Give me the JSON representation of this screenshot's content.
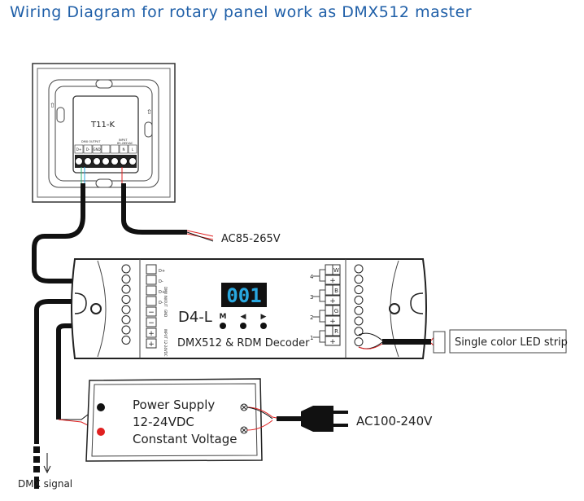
{
  "title": "Wiring Diagram for rotary panel work as DMX512 master",
  "panel": {
    "model": "T11-K",
    "dmx_output_label": "DMX OUTPUT",
    "input_label": "INPUT",
    "input_range": "85-265VAC",
    "terminals": [
      "D+",
      "D-",
      "GND",
      "",
      "",
      "N",
      "L"
    ]
  },
  "ac_input_label": "AC85-265V",
  "decoder": {
    "model": "D4-L",
    "subtitle": "DMX512 & RDM Decoder",
    "display_value": "001",
    "buttons": [
      "M",
      "◀",
      "▶"
    ],
    "left_terminals": [
      "D+",
      "D-",
      "D+",
      "D-",
      "−",
      "−",
      "+",
      "+"
    ],
    "dmx_inout_label": "DMX IN/OUT",
    "gnd_label": "GND",
    "input_label": "INPUT 12-24VDC",
    "channels": [
      {
        "num": "4",
        "color": "W"
      },
      {
        "num": "3",
        "color": "B"
      },
      {
        "num": "2",
        "color": "G"
      },
      {
        "num": "1",
        "color": "R"
      }
    ],
    "plus": "+"
  },
  "led_strip_label": "Single color LED strip",
  "power_supply": {
    "line1": "Power Supply",
    "line2": "12-24VDC",
    "line3": "Constant Voltage"
  },
  "ac_plug_label": "AC100-240V",
  "dmx_signal_label": "DMX signal",
  "colors": {
    "title": "#1f5fa8",
    "display_digits": "#29a8e0",
    "wire_red": "#e02020",
    "wire_green": "#2bb673",
    "wire_blue": "#29a8e0"
  }
}
